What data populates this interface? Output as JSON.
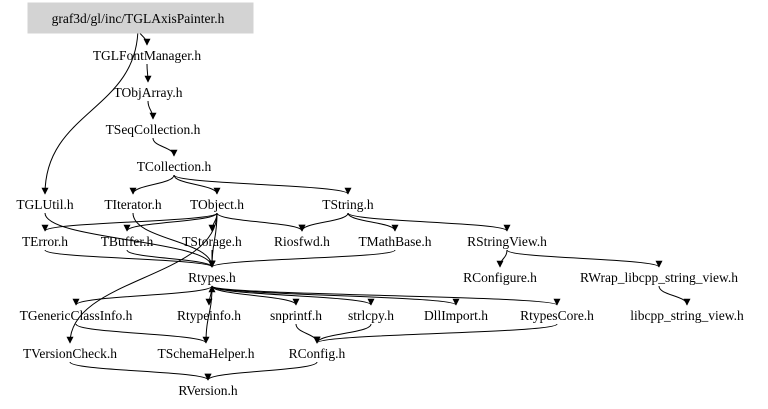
{
  "graph": {
    "root": "graf3d/gl/inc/TGLAxisPainter.h",
    "root_fill": "#d3d3d3",
    "nodes": {
      "root": "graf3d/gl/inc/TGLAxisPainter.h",
      "tglfontmanager": "TGLFontManager.h",
      "tobjarray": "TObjArray.h",
      "tseqcollection": "TSeqCollection.h",
      "tcollection": "TCollection.h",
      "tglutil": "TGLUtil.h",
      "titerator": "TIterator.h",
      "tobject": "TObject.h",
      "tstring": "TString.h",
      "terror": "TError.h",
      "tbuffer": "TBuffer.h",
      "tstorage": "TStorage.h",
      "riosfwd": "Riosfwd.h",
      "tmathbase": "TMathBase.h",
      "rstringview": "RStringView.h",
      "rtypes": "Rtypes.h",
      "rconfigure": "RConfigure.h",
      "rwrap": "RWrap_libcpp_string_view.h",
      "tgenericclassinfo": "TGenericClassInfo.h",
      "rtypeinfo": "Rtypeinfo.h",
      "snprintf": "snprintf.h",
      "strlcpy": "strlcpy.h",
      "dllimport": "DllImport.h",
      "rtypescore": "RtypesCore.h",
      "libcpp": "libcpp_string_view.h",
      "tversioncheck": "TVersionCheck.h",
      "tschemahelper": "TSchemaHelper.h",
      "rconfig": "RConfig.h",
      "rversion": "RVersion.h"
    },
    "edges": [
      [
        "root",
        "tglfontmanager"
      ],
      [
        "root",
        "tglutil"
      ],
      [
        "tglfontmanager",
        "tobjarray"
      ],
      [
        "tobjarray",
        "tseqcollection"
      ],
      [
        "tseqcollection",
        "tcollection"
      ],
      [
        "tcollection",
        "tobject"
      ],
      [
        "tcollection",
        "titerator"
      ],
      [
        "tcollection",
        "tstring"
      ],
      [
        "tglutil",
        "rtypes"
      ],
      [
        "titerator",
        "rtypes"
      ],
      [
        "tobject",
        "terror"
      ],
      [
        "tobject",
        "tbuffer"
      ],
      [
        "tobject",
        "tstorage"
      ],
      [
        "tobject",
        "riosfwd"
      ],
      [
        "tobject",
        "rtypes"
      ],
      [
        "tobject",
        "tversioncheck"
      ],
      [
        "tstring",
        "riosfwd"
      ],
      [
        "tstring",
        "tmathbase"
      ],
      [
        "tstring",
        "rstringview"
      ],
      [
        "terror",
        "rtypes"
      ],
      [
        "tbuffer",
        "rtypes"
      ],
      [
        "tstorage",
        "rtypes"
      ],
      [
        "tmathbase",
        "rtypes"
      ],
      [
        "rstringview",
        "rconfigure"
      ],
      [
        "rstringview",
        "rwrap"
      ],
      [
        "rwrap",
        "libcpp"
      ],
      [
        "rtypes",
        "tgenericclassinfo"
      ],
      [
        "rtypes",
        "rtypeinfo"
      ],
      [
        "rtypes",
        "snprintf"
      ],
      [
        "rtypes",
        "strlcpy"
      ],
      [
        "rtypes",
        "dllimport"
      ],
      [
        "rtypes",
        "rtypescore"
      ],
      [
        "tgenericclassinfo",
        "tschemahelper"
      ],
      [
        "tschemahelper",
        "rtypes"
      ],
      [
        "snprintf",
        "rconfig"
      ],
      [
        "strlcpy",
        "rconfig"
      ],
      [
        "rtypescore",
        "rconfig"
      ],
      [
        "tversioncheck",
        "rversion"
      ],
      [
        "rconfig",
        "rversion"
      ]
    ]
  }
}
